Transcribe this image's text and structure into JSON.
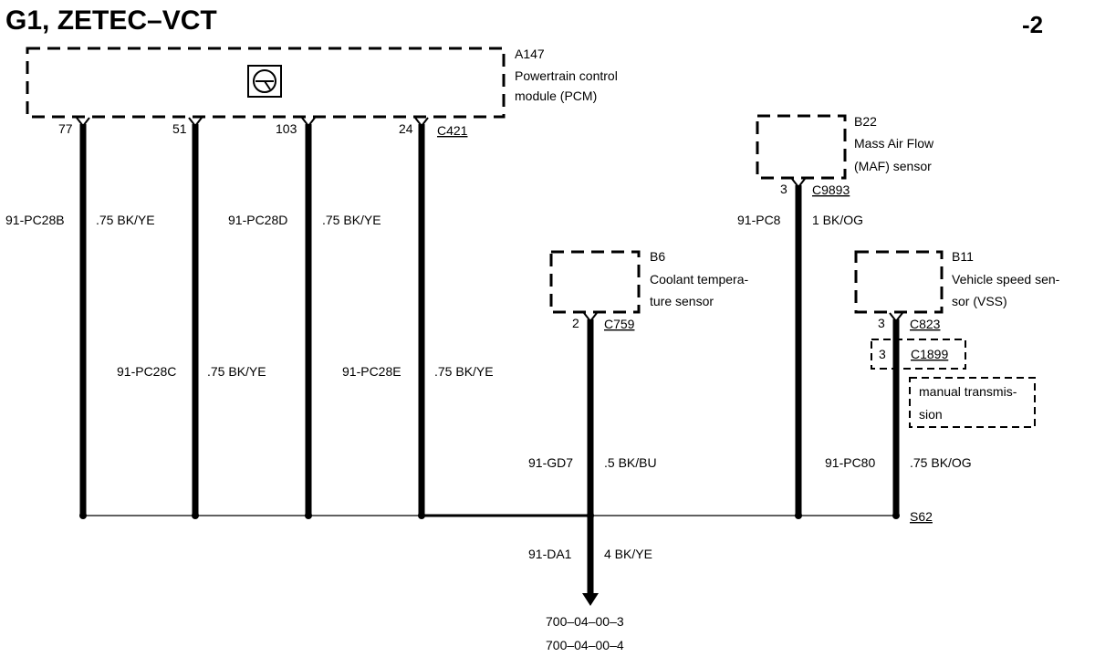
{
  "header": {
    "title": "G1, ZETEC–VCT",
    "page": "-2"
  },
  "components": {
    "pcm": {
      "id": "A147",
      "name_line1": "Powertrain control",
      "name_line2": "module (PCM)",
      "connector": "C421"
    },
    "maf": {
      "id": "B22",
      "name_line1": "Mass Air Flow",
      "name_line2": "(MAF) sensor",
      "pin": "3",
      "connector": "C9893"
    },
    "ect": {
      "id": "B6",
      "name_line1": "Coolant tempera-",
      "name_line2": "ture sensor",
      "pin": "2",
      "connector": "C759"
    },
    "vss": {
      "id": "B11",
      "name_line1": "Vehicle speed sen-",
      "name_line2": "sor (VSS)",
      "pin": "3",
      "connector": "C823"
    },
    "inline": {
      "pin": "3",
      "connector": "C1899",
      "note_line1": "manual transmis-",
      "note_line2": "sion"
    },
    "splice": {
      "id": "S62"
    }
  },
  "pcm_pins": [
    "77",
    "51",
    "103",
    "24"
  ],
  "wires": {
    "w77": {
      "circuit": "91-PC28B",
      "spec": ".75 BK/YE"
    },
    "w51": {
      "circuit": "91-PC28C",
      "spec": ".75 BK/YE"
    },
    "w103": {
      "circuit": "91-PC28D",
      "spec": ".75 BK/YE"
    },
    "w24": {
      "circuit": "91-PC28E",
      "spec": ".75 BK/YE"
    },
    "maf": {
      "circuit": "91-PC8",
      "spec": "1 BK/OG"
    },
    "ect": {
      "circuit": "91-GD7",
      "spec": ".5 BK/BU"
    },
    "vss": {
      "circuit": "91-PC80",
      "spec": ".75 BK/OG"
    },
    "ground": {
      "circuit": "91-DA1",
      "spec": "4 BK/YE"
    }
  },
  "references": [
    "700–04–00–3",
    "700–04–00–4"
  ]
}
